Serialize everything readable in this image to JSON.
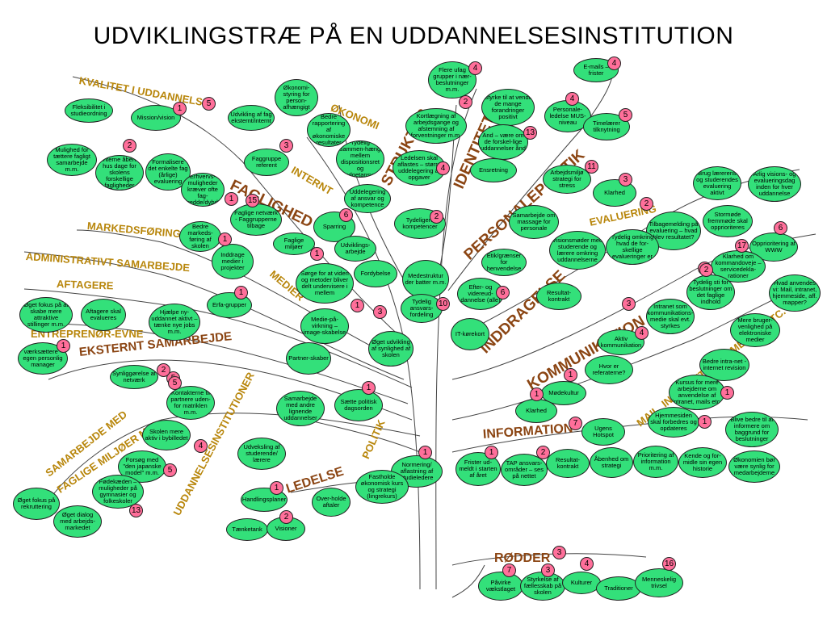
{
  "title": "UDVIKLINGSTRÆ PÅ EN UDDANNELSESINSTITUTION",
  "branches": [
    {
      "text": "KVALITET I UDDANNELSE"
    },
    {
      "text": "ØKONOMI"
    },
    {
      "text": "STRUKTUR"
    },
    {
      "text": "IDENTITET"
    },
    {
      "text": "FAGLIGHED"
    },
    {
      "text": "INTERNT"
    },
    {
      "text": "PERSONALEPOLITIK"
    },
    {
      "text": "MARKEDSFØRING"
    },
    {
      "text": "EVALUERING"
    },
    {
      "text": "ADMINISTRATIVT SAMARBEJDE"
    },
    {
      "text": "MEDIER"
    },
    {
      "text": "AFTAGERE"
    },
    {
      "text": "INDDRAGELSE"
    },
    {
      "text": "ENTREPRENØR-EVNE"
    },
    {
      "text": "EKSTERNT SAMARBEJDE"
    },
    {
      "text": "KOMMUNIKATION"
    },
    {
      "text": "MAIL, INTRANET, HJEMMESIDE ETC."
    },
    {
      "text": "UDDANNELSESINSTITUTIONER"
    },
    {
      "text": "POLITIK"
    },
    {
      "text": "SAMARBEJDE MED"
    },
    {
      "text": "FAGLIGE MILJØER M.V."
    },
    {
      "text": "INFORMATION"
    },
    {
      "text": "LEDELSE"
    },
    {
      "text": "RØDDER"
    }
  ],
  "nodes": [
    {
      "text": "Fleksibilitet i studieordning"
    },
    {
      "text": "Mission/vision"
    },
    {
      "text": "Mulighed for tættere fagligt samarbejde m.m."
    },
    {
      "text": "Interne åbent hus dage for skolens forskellige fagligheder"
    },
    {
      "text": "Formalisere det enkelte fag (årlige) evaluering"
    },
    {
      "text": "Erhvervs-muligheder kræver ofte fag-bredde/dybde"
    },
    {
      "text": "Økonomi-styring for person-afhængigt"
    },
    {
      "text": "Udvikling af fag eksternt/internt"
    },
    {
      "text": "Bedre rapportering af økonomiske resultater"
    },
    {
      "text": "Faggruppe referent"
    },
    {
      "text": "Tydelig sammen-hæng mellem dispositionsret og budgetansvar"
    },
    {
      "text": "Uddelegering af ansvar og kompetence"
    },
    {
      "text": "Faglige netværk - Faggrupperne tilbage"
    },
    {
      "text": "Sparring"
    },
    {
      "text": "Faglige miljøer"
    },
    {
      "text": "Udviklings-arbejde"
    },
    {
      "text": "Fordybelse"
    },
    {
      "text": "Sørge for at viden og metoder bliver delt undervisere i mellem"
    },
    {
      "text": "Flere ufag grupper i nær-beslutninger m.m."
    },
    {
      "text": "Kortlægning af arbejdsgange og afstemning af forventninger m.m."
    },
    {
      "text": "Ledelsen skal aflastes – større uddelegering af opgaver"
    },
    {
      "text": "Tydeligere kompetencer"
    },
    {
      "text": "Medestruktur der batter m.m."
    },
    {
      "text": "Tydelig ansvars-fordeling"
    },
    {
      "text": "Styrke til at vende de mange forandringer positivt"
    },
    {
      "text": "And – være om de forskel-lige uddannelser ånd"
    },
    {
      "text": "Ensretning"
    },
    {
      "text": "E-mails – frister"
    },
    {
      "text": "Personale-ledelse MUS-niveau"
    },
    {
      "text": "Timelærer tilknytning"
    },
    {
      "text": "Arbejdsmiljø strategi for stress"
    },
    {
      "text": "Klarhed"
    },
    {
      "text": "Samarbejde om massage for personale"
    },
    {
      "text": "Visionsmøder med studerende og lærere omkring uddannelserne"
    },
    {
      "text": "Etik/grænser for henvendelse"
    },
    {
      "text": "Efter- og videreud-dannelse (alle)"
    },
    {
      "text": "IT-kørekort"
    },
    {
      "text": "Resultat-kontrakt"
    },
    {
      "text": "Brug lærerens og studerendes evaluering aktivt"
    },
    {
      "text": "Årlig visions- og evalueringsdag inden for hver uddannelse"
    },
    {
      "text": "Stormøde fremmøde skal opprioriteres"
    },
    {
      "text": "Tilbagemelding på evaluering – hvad blev resultatet?"
    },
    {
      "text": "Tydelig omkring hvad de for-skellige evalueringer er"
    },
    {
      "text": "Opprioritering af WWW"
    },
    {
      "text": "Klarhed om kommandoveje – servicedekla-rationer"
    },
    {
      "text": "Tydelig sti for beslutninger om det faglige indhold"
    },
    {
      "text": "Hvad anvendes vi: Mail, intranet, hjemmeside, aff. mapper?"
    },
    {
      "text": "Intranet som kommunikations-medie skal evt. styrkes"
    },
    {
      "text": "Aktiv kommunikation"
    },
    {
      "text": "Mere bruger-venlighed på elektroniske medier"
    },
    {
      "text": "Hvor er referaterne?"
    },
    {
      "text": "Bedre intra-net - internet revision"
    },
    {
      "text": "Kursus for mere arbejderne om anvendelse af intranet, mails etc."
    },
    {
      "text": "Mødekultur"
    },
    {
      "text": "Klarhed"
    },
    {
      "text": "Hjemmesiden skal forbedres og opdateres"
    },
    {
      "text": "Blive bedre til at informere om baggrund for beslutninger"
    },
    {
      "text": "Ugens Hotspot"
    },
    {
      "text": "Kende og for-midle sin egen historie"
    },
    {
      "text": "Økonomien bør være synlig for medarbejderne"
    },
    {
      "text": "Frister ud-meldt i starten af året"
    },
    {
      "text": "TAP ansvars-områder – ses på nettet"
    },
    {
      "text": "Resultat-kontrakt"
    },
    {
      "text": "Åbenhed om strategi"
    },
    {
      "text": "Prioritering af information m.m."
    },
    {
      "text": "Bedre markeds-føring af skolen"
    },
    {
      "text": "Inddrage medier i projekter"
    },
    {
      "text": "Erfa-grupper"
    },
    {
      "text": "Medie-på-virkning – image-skabelse"
    },
    {
      "text": "Øget udvikling af synlighed af skolen"
    },
    {
      "text": "Øget fokus på at skabe mere attraktive stillinger m.m."
    },
    {
      "text": "Aftagere skal evalueres"
    },
    {
      "text": "Hjælpe ny-uddannet aktivt – tænke nye jobs m.m."
    },
    {
      "text": "Partner-skaber"
    },
    {
      "text": "værksættere - egen personlig manager"
    },
    {
      "text": "Synliggørelse af netværk"
    },
    {
      "text": "Kontakterne til partnere uden-for matriklen m.m."
    },
    {
      "text": "Samarbejde med andre lignende uddannelser"
    },
    {
      "text": "Sætte politisk dagsorden"
    },
    {
      "text": "Skolen mere aktiv i bybilledet"
    },
    {
      "text": "Udveksling af studerende/ lærere"
    },
    {
      "text": "Forsøg med \"den japanske model\" m.m."
    },
    {
      "text": "Fødekæden – muligheder på gymnasier og folkeskoler"
    },
    {
      "text": "Øget fokus på rekruttering"
    },
    {
      "text": "Øget dialog med arbejds-markedet"
    },
    {
      "text": "Normering/ aflastning af studieledere"
    },
    {
      "text": "Fastholde økonomisk kurs og strategi (lingrekurs)"
    },
    {
      "text": "Handlingsplaner"
    },
    {
      "text": "Tænketank"
    },
    {
      "text": "Visioner"
    },
    {
      "text": "Over-holde aftaler"
    },
    {
      "text": "Påvirke vækstlaget"
    },
    {
      "text": "Styrkelse af fællesskab på skolen"
    },
    {
      "text": "Kulturer"
    },
    {
      "text": "Traditioner"
    },
    {
      "text": "Menneskelig trivsel"
    }
  ],
  "badges": [
    "4",
    "5",
    "1",
    "2",
    "3",
    "5",
    "2",
    "4",
    "13",
    "1",
    "15",
    "6",
    "1",
    "2",
    "4",
    "10",
    "5",
    "11",
    "3",
    "4",
    "2",
    "6",
    "17",
    "6",
    "2",
    "3",
    "4",
    "1",
    "1",
    "7",
    "1",
    "1",
    "2",
    "1",
    "1",
    "2",
    "1",
    "3",
    "1",
    "2",
    "5",
    "1",
    "4",
    "5",
    "13",
    "1",
    "1",
    "1",
    "2",
    "3",
    "4",
    "16",
    "3",
    "7"
  ]
}
